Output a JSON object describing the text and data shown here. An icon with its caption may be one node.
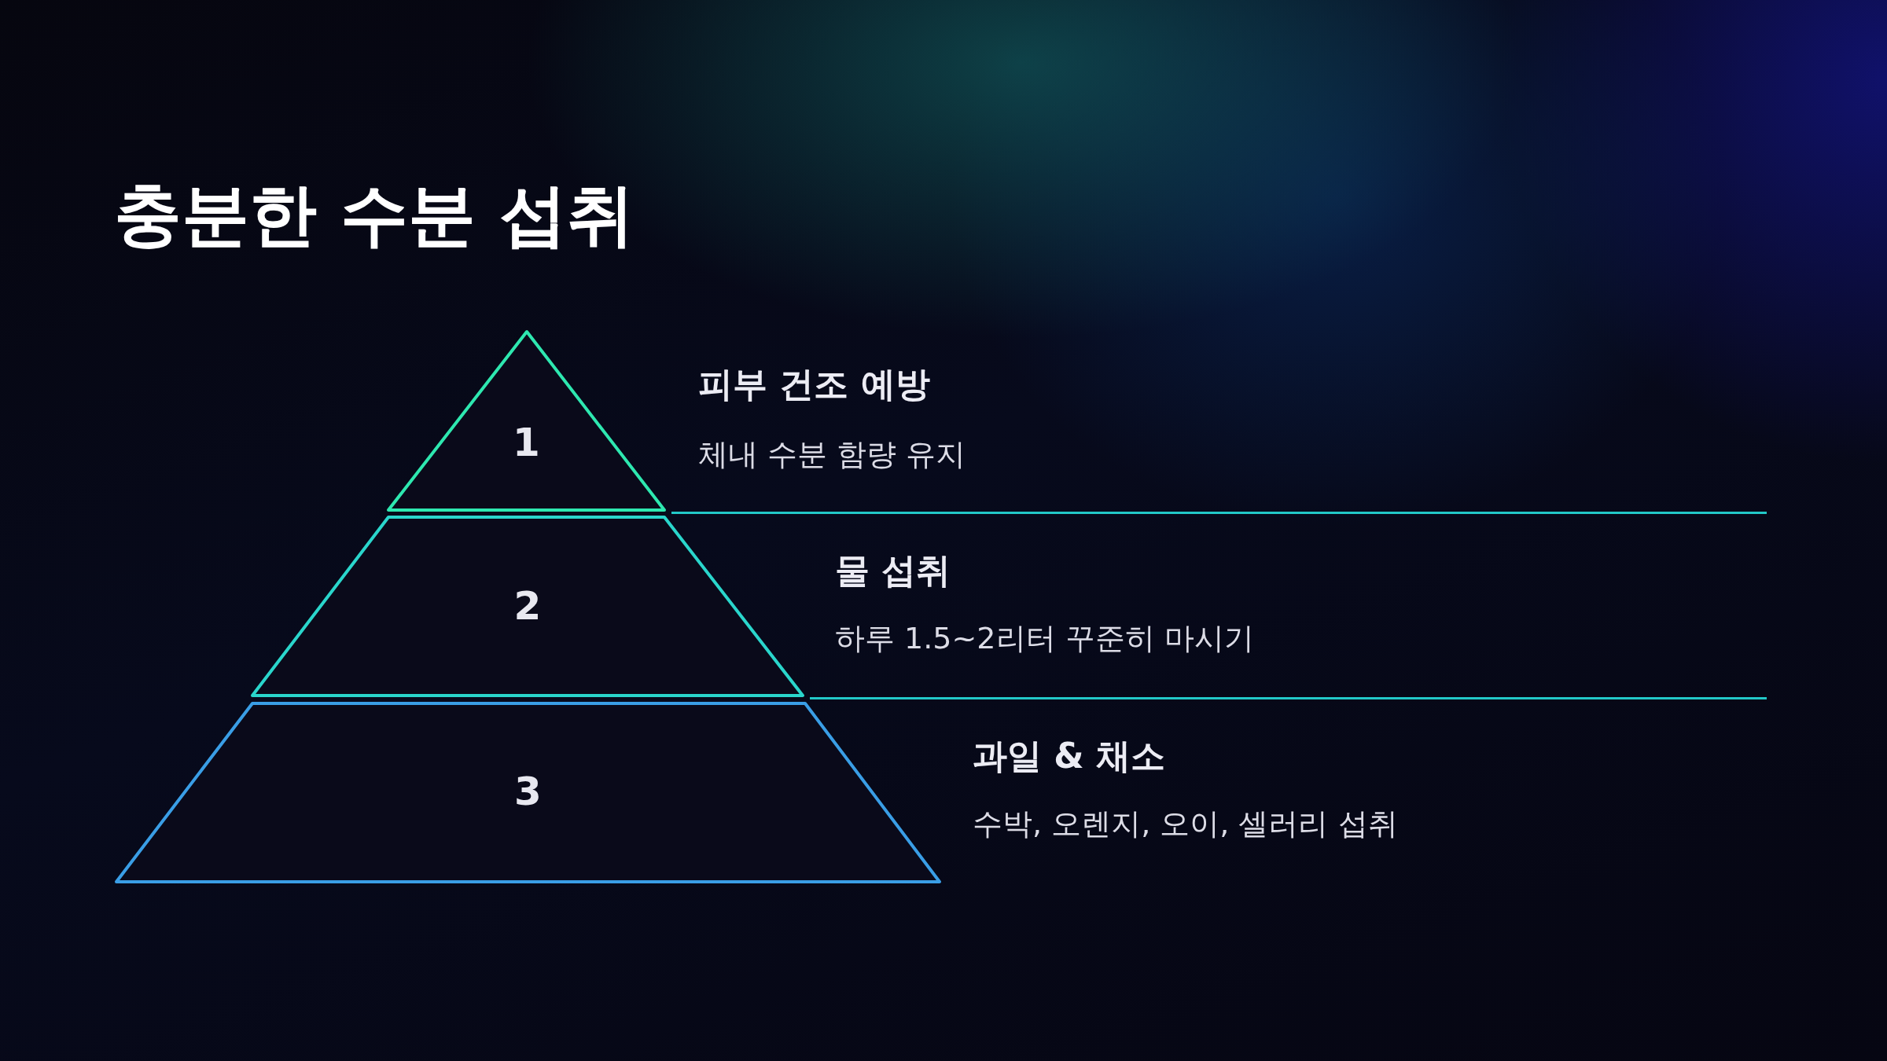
{
  "diagram": {
    "title": "충분한 수분 섭취",
    "nodes": [
      {
        "text": [
          "1"
        ],
        "beside": [
          "피부 건조 예방",
          "체내 수분 함량 유지"
        ]
      },
      {
        "text": [
          "2"
        ],
        "beside": [
          "물 섭취",
          "하루 1.5~2리터 꾸준히 마시기"
        ]
      },
      {
        "text": [
          "3"
        ],
        "beside": [
          "과일 & 채소",
          "수박, 오렌지, 오이, 셀러리 섭취"
        ]
      }
    ]
  }
}
